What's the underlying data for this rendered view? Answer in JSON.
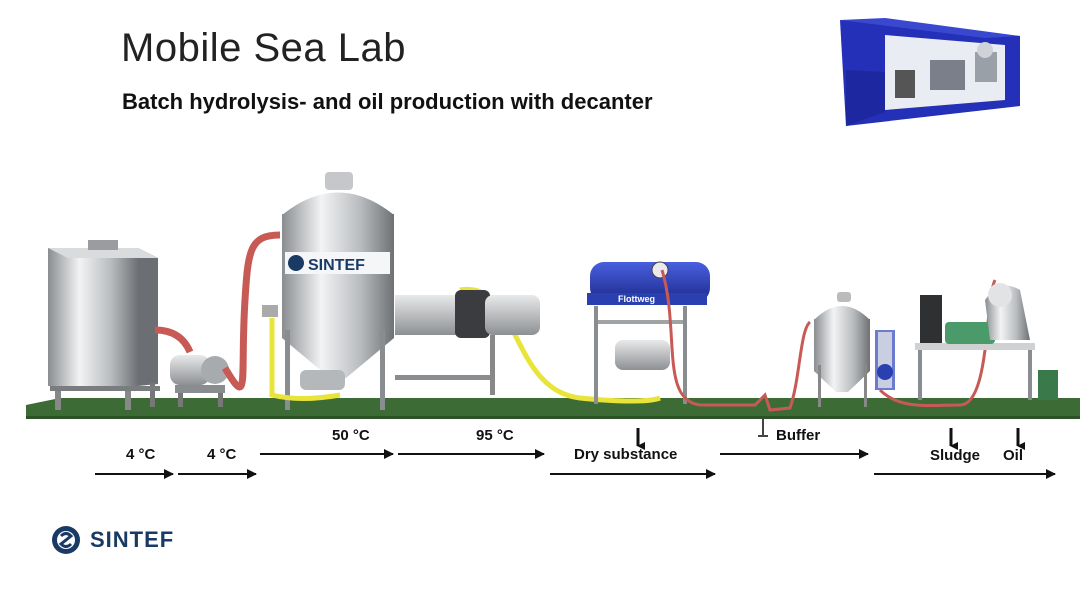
{
  "header": {
    "title": "Mobile Sea Lab",
    "subtitle": "Batch hydrolysis- and oil production with decanter"
  },
  "labels": {
    "temp1": "4 °C",
    "temp2": "4 °C",
    "temp3": "50 °C",
    "temp4": "95 °C",
    "dry_substance": "Dry substance",
    "buffer": "Buffer",
    "sludge": "Sludge",
    "oil": "Oil"
  },
  "tank_brand": "SINTEF",
  "decanter_brand": "Flottweg",
  "logo": {
    "text": "SINTEF"
  },
  "colors": {
    "ground": "#3d6b35",
    "container": "#2430b8",
    "pump_blue": "#2a3fb0",
    "hose_red": "#c85a55",
    "hose_yellow": "#e8e43a",
    "brand_blue": "#1a3a66"
  }
}
